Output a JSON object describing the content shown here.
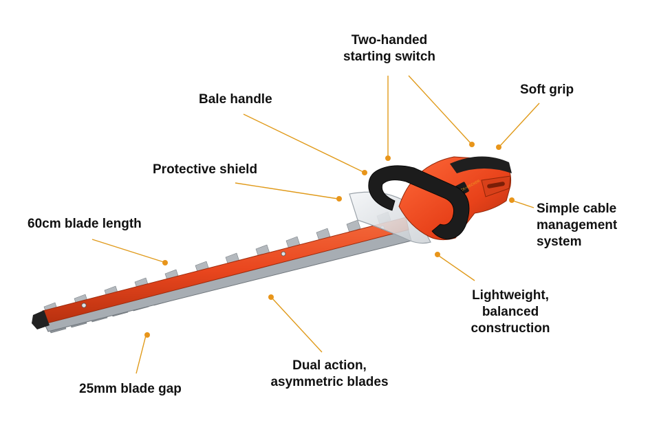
{
  "colors": {
    "leader": "#e09a1a",
    "dot": "#e8951a",
    "body_orange": "#e8421a",
    "bar_orange": "#ec4a20",
    "handle_black": "#1d1d1d",
    "steel": "#9aa0a6",
    "text": "#111111"
  },
  "callouts": {
    "two_handed_switch": {
      "lines": [
        "Two-handed",
        "starting switch"
      ]
    },
    "soft_grip": {
      "lines": [
        "Soft grip"
      ]
    },
    "bale_handle": {
      "lines": [
        "Bale handle"
      ]
    },
    "protective_shield": {
      "lines": [
        "Protective shield"
      ]
    },
    "cable_management": {
      "lines": [
        "Simple cable",
        "management",
        "system"
      ]
    },
    "blade_length": {
      "lines": [
        "60cm blade length"
      ]
    },
    "lightweight": {
      "lines": [
        "Lightweight,",
        "balanced",
        "construction"
      ]
    },
    "blade_gap": {
      "lines": [
        "25mm blade gap"
      ]
    },
    "dual_action": {
      "lines": [
        "Dual action,",
        "asymmetric blades"
      ]
    }
  },
  "product": {
    "brand_badge": "BLACK+DECKER"
  }
}
